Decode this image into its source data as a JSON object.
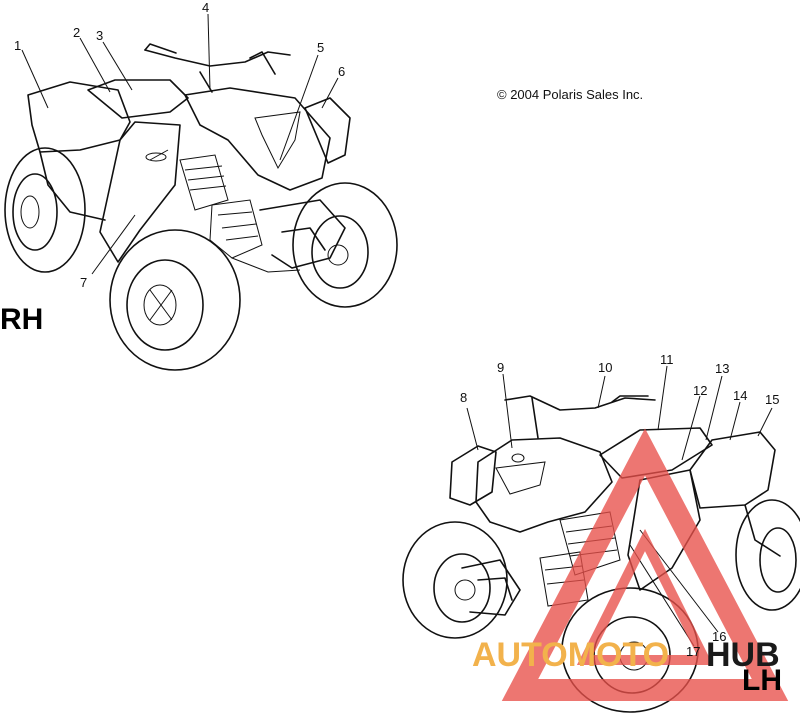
{
  "copyright": "© 2004 Polaris Sales Inc.",
  "views": {
    "rh": {
      "label": "RH"
    },
    "lh": {
      "label": "LH"
    }
  },
  "callouts": [
    {
      "id": "1",
      "text": "1"
    },
    {
      "id": "2",
      "text": "2"
    },
    {
      "id": "3",
      "text": "3"
    },
    {
      "id": "4",
      "text": "4"
    },
    {
      "id": "5",
      "text": "5"
    },
    {
      "id": "6",
      "text": "6"
    },
    {
      "id": "7",
      "text": "7"
    },
    {
      "id": "8",
      "text": "8"
    },
    {
      "id": "9",
      "text": "9"
    },
    {
      "id": "10",
      "text": "10"
    },
    {
      "id": "11",
      "text": "11"
    },
    {
      "id": "12",
      "text": "12"
    },
    {
      "id": "13",
      "text": "13"
    },
    {
      "id": "14",
      "text": "14"
    },
    {
      "id": "15",
      "text": "15"
    },
    {
      "id": "16",
      "text": "16"
    },
    {
      "id": "17",
      "text": "17"
    }
  ],
  "watermark": {
    "text_left": "AUTOMOTO",
    "text_right": "HUB",
    "color_orange": "#f2b24c",
    "color_red": "#e8504a",
    "color_dark": "#1a1a1a"
  }
}
